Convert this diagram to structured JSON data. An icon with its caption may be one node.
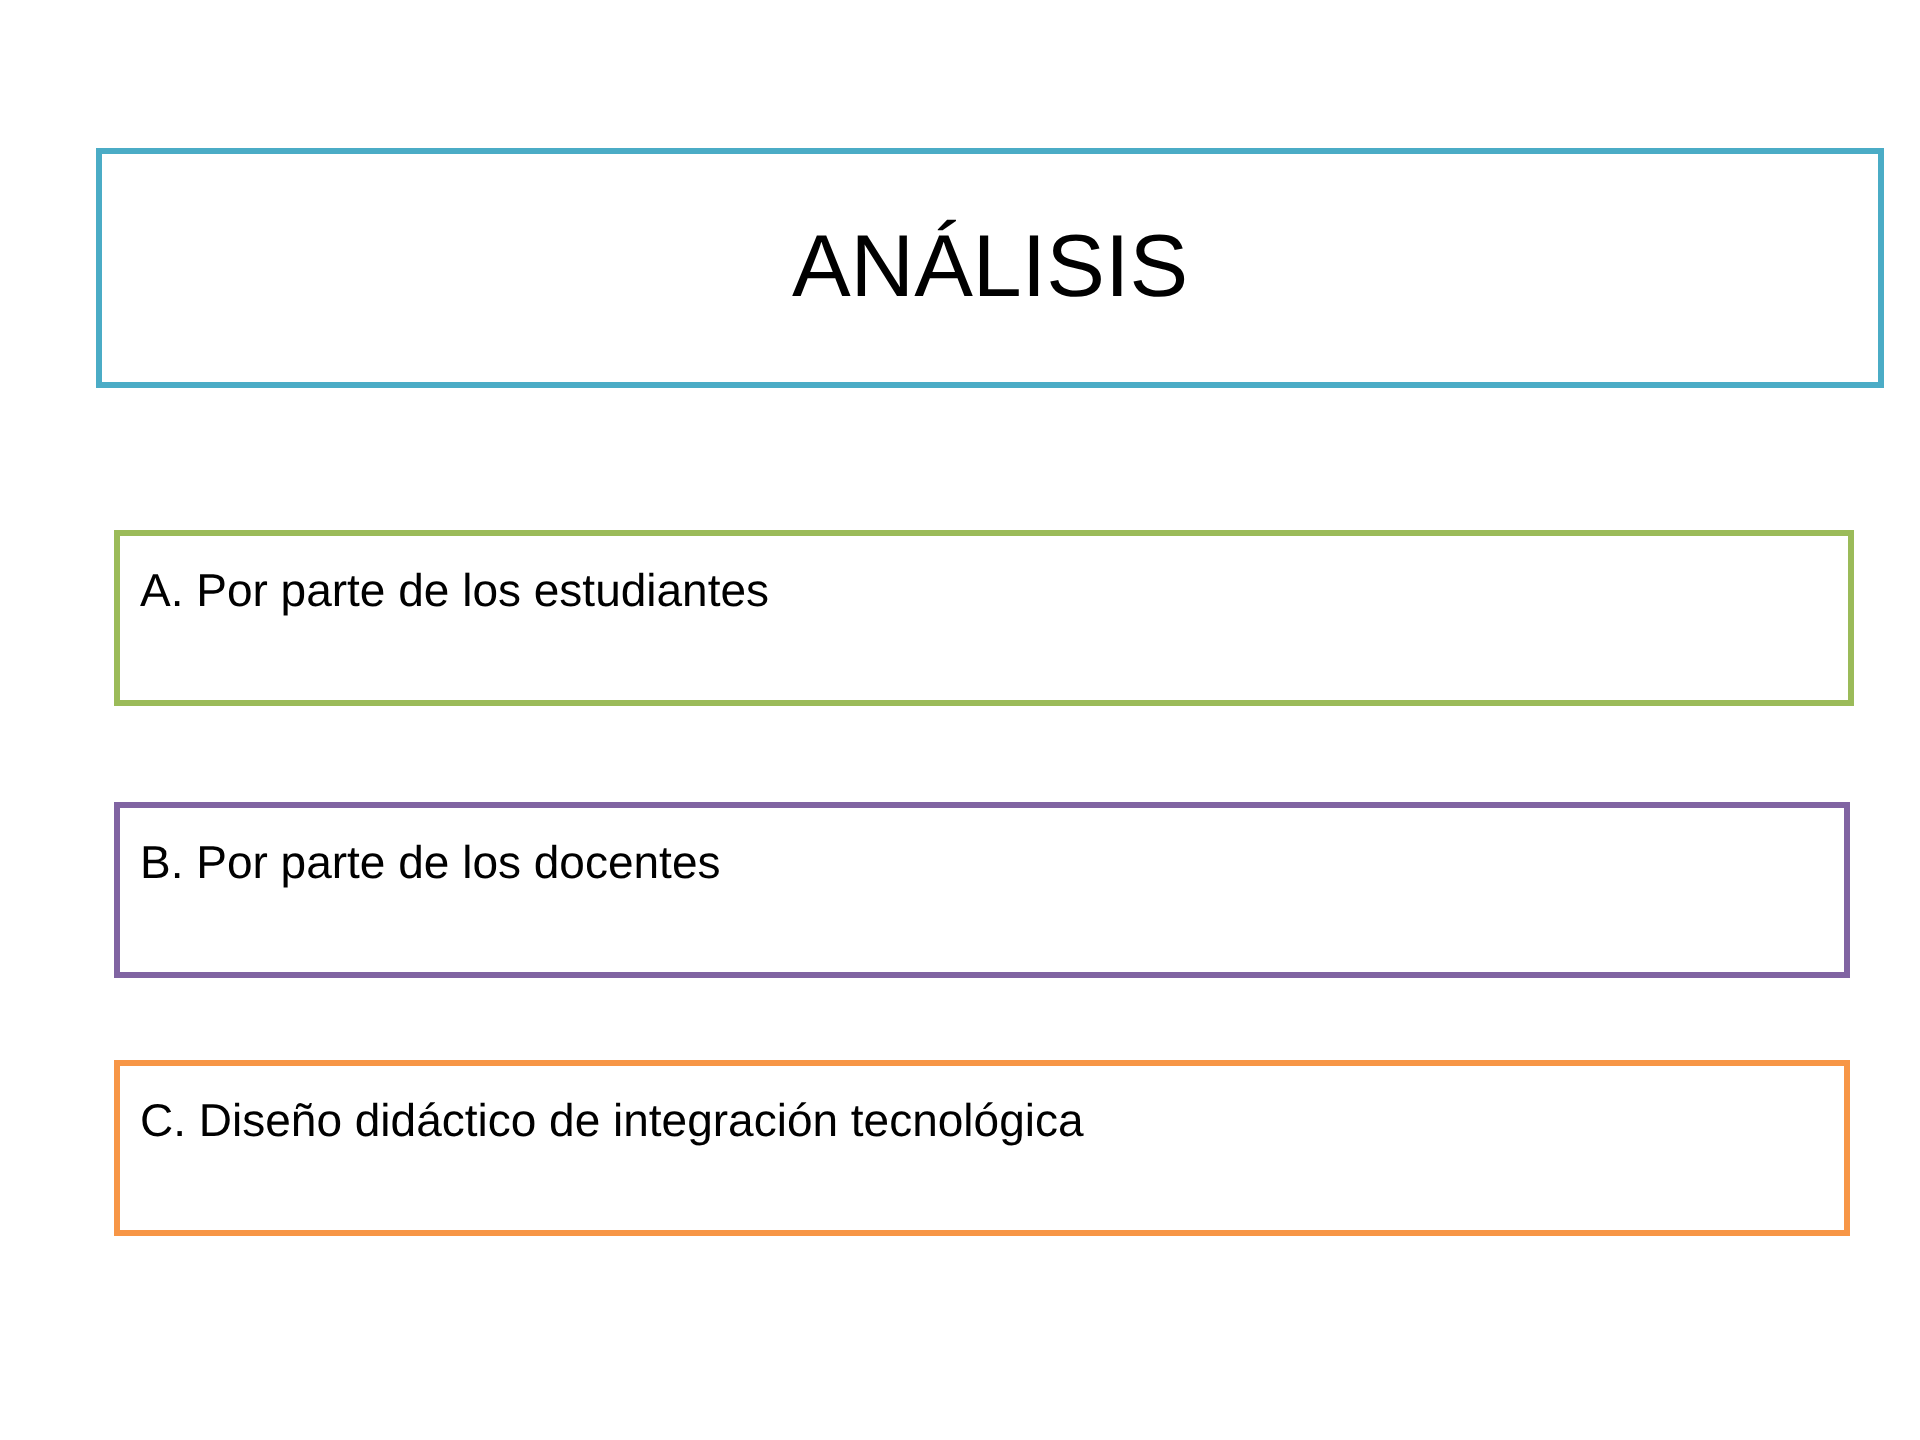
{
  "diagram": {
    "nodes": [
      {
        "text": [
          "ANÁLISIS"
        ]
      },
      {
        "text": [
          "A. Por parte de los estudiantes"
        ]
      },
      {
        "text": [
          "B. Por parte de los docentes"
        ]
      },
      {
        "text": [
          "C. Diseño didáctico de integración tecnológica"
        ]
      }
    ]
  }
}
